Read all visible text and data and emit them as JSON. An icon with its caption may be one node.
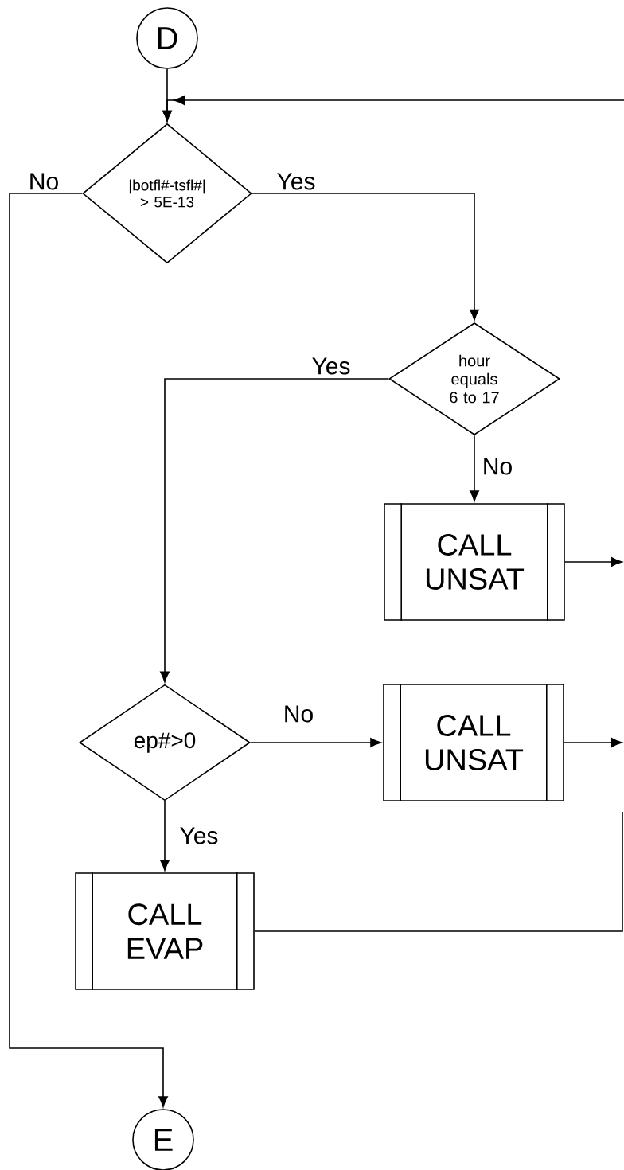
{
  "diagram": {
    "nodes": [
      {
        "text": [
          "D"
        ]
      },
      {
        "text": [
          "|botfl#-tsfl#| > 5E-13"
        ]
      },
      {
        "text": [
          "hour equals 6 to 17"
        ]
      },
      {
        "text": [
          "CALL UNSAT"
        ]
      },
      {
        "text": [
          "ep#>0"
        ]
      },
      {
        "text": [
          "CALL UNSAT"
        ]
      },
      {
        "text": [
          "CALL EVAP"
        ]
      },
      {
        "text": [
          "E"
        ]
      }
    ],
    "edges": [
      {
        "from": 0,
        "to": 1,
        "arrow": "to"
      },
      {
        "from": null,
        "to": 1,
        "arrow": "to"
      },
      {
        "from": 1,
        "to": 2,
        "label": "Yes",
        "arrow": "to"
      },
      {
        "from": 1,
        "to": 7,
        "label": "No",
        "arrow": "to"
      },
      {
        "from": 2,
        "to": 4,
        "label": "Yes",
        "arrow": "to"
      },
      {
        "from": 2,
        "to": 3,
        "label": "No",
        "arrow": "to"
      },
      {
        "from": 3,
        "to": null,
        "arrow": "to"
      },
      {
        "from": 4,
        "to": 5,
        "label": "No",
        "arrow": "to"
      },
      {
        "from": 4,
        "to": 6,
        "label": "Yes",
        "arrow": "to"
      },
      {
        "from": 5,
        "to": null,
        "arrow": "to"
      },
      {
        "from": 6,
        "to": null,
        "arrow": "none"
      }
    ]
  }
}
